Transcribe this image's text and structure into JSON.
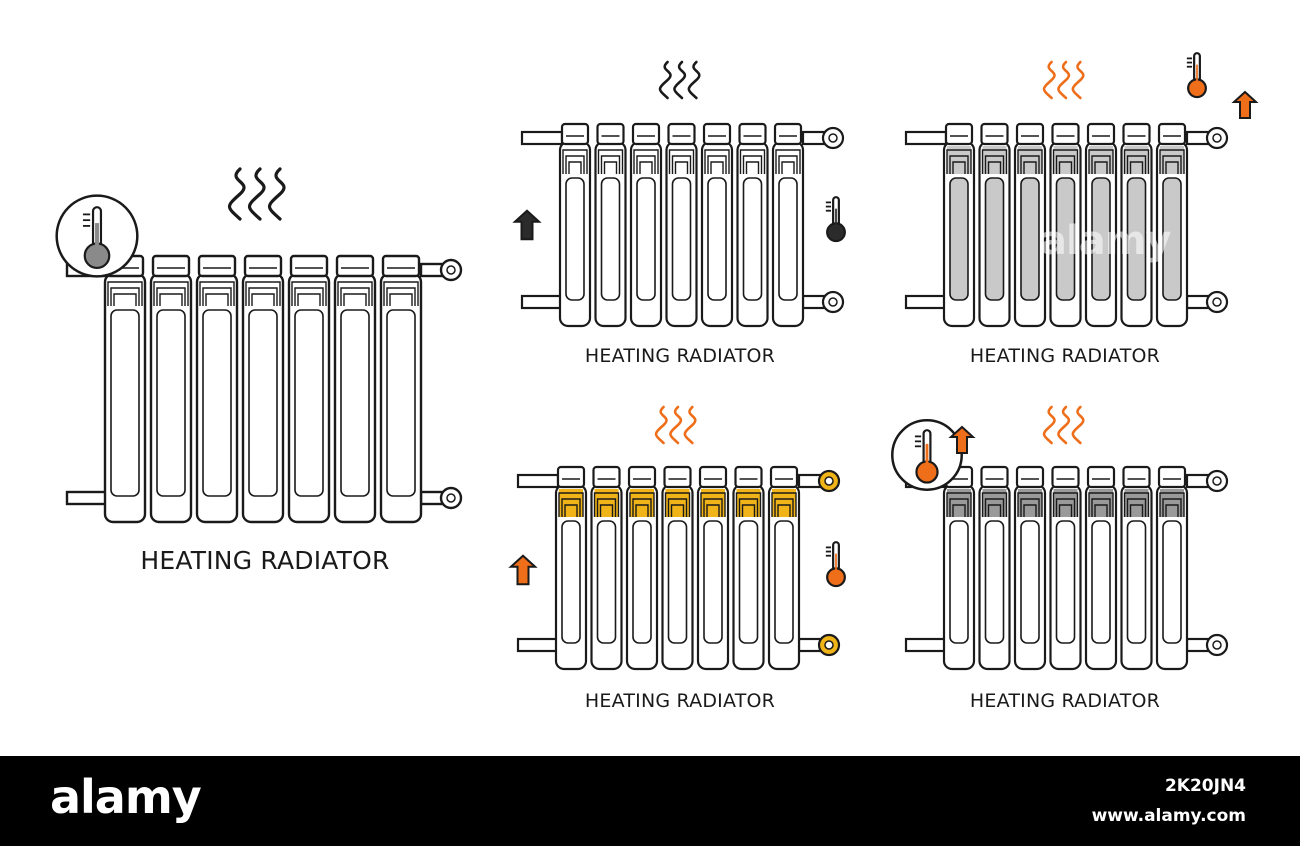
{
  "captions": {
    "main": "HEATING RADIATOR",
    "panel_1": "HEATING RADIATOR",
    "panel_2": "HEATING RADIATOR",
    "panel_3": "HEATING RADIATOR",
    "panel_4": "HEATING RADIATOR"
  },
  "watermark": "alamy",
  "footer": {
    "brand": "alamy",
    "image_id": "2K20JN4",
    "site": "www.alamy.com"
  },
  "colors": {
    "outline": "#1a1a1a",
    "orange": "#ee6e1a",
    "yellow": "#f0b418",
    "grey_fill": "#c9c9c9",
    "dark_fill": "#2b2b2b",
    "footer_bg": "#000000"
  },
  "icons": [
    "thermometer-icon",
    "steam-icon",
    "up-arrow-icon",
    "valve-icon",
    "pipe-icon"
  ]
}
